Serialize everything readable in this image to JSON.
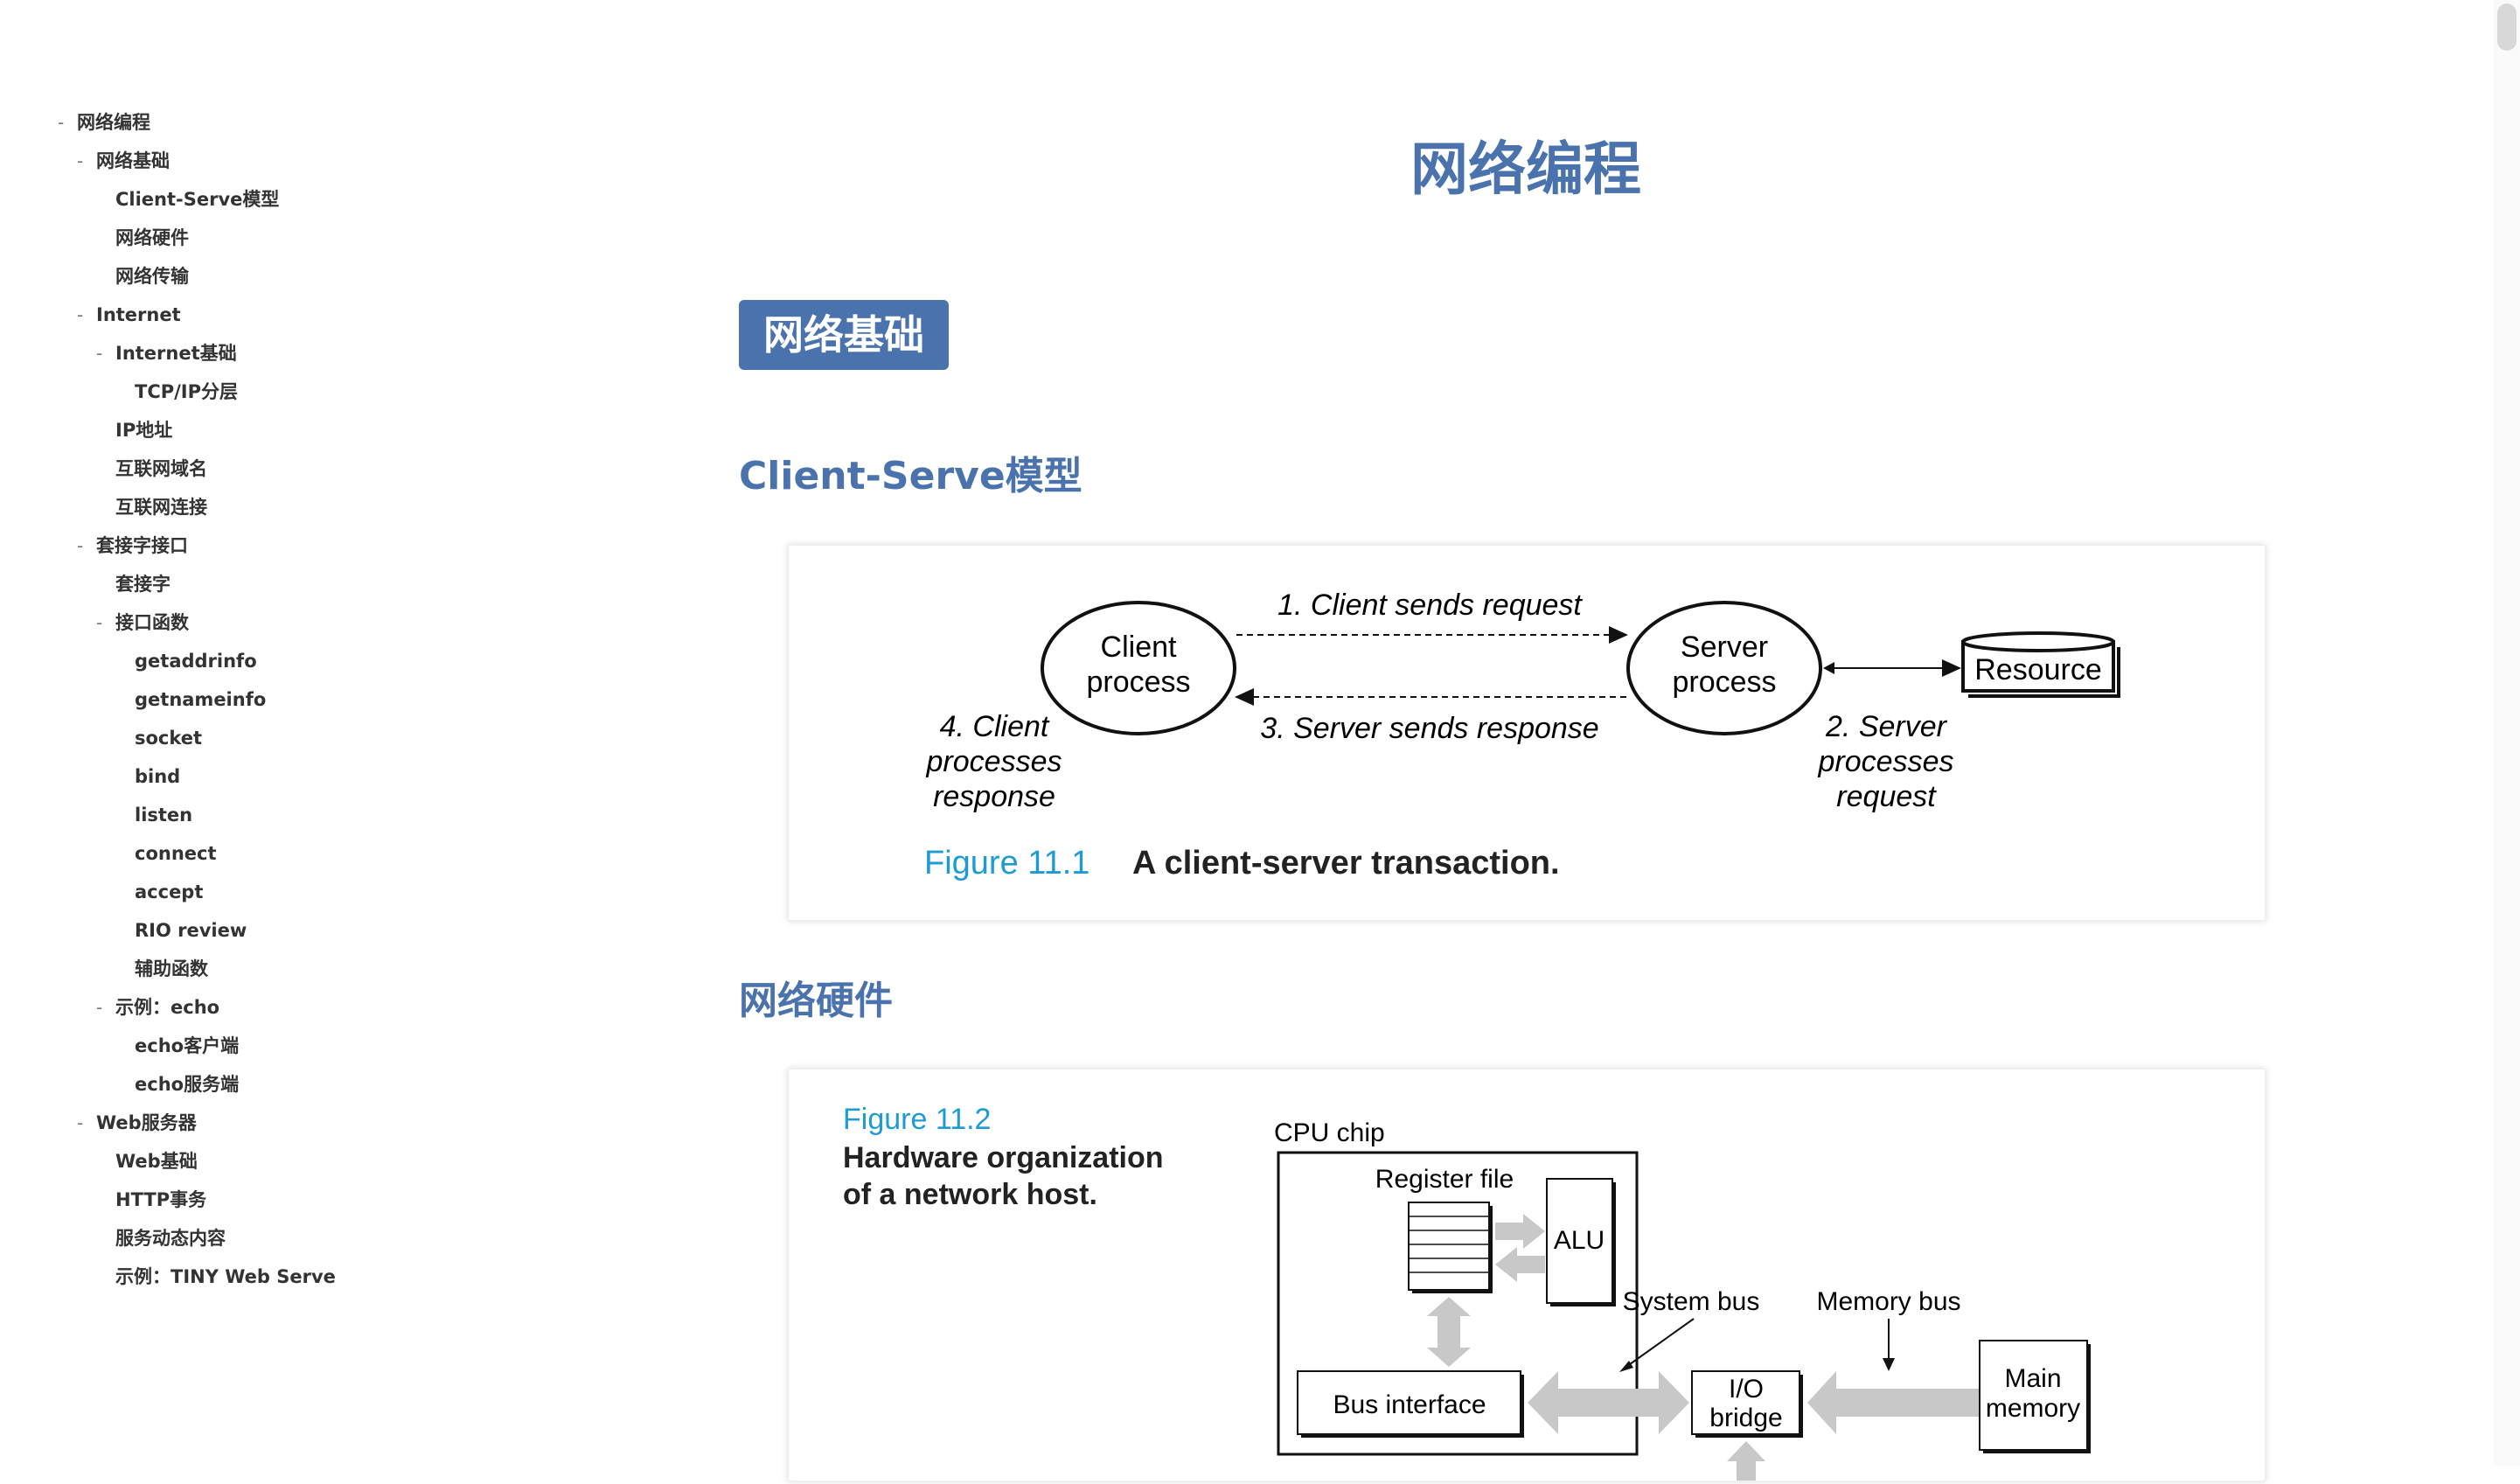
{
  "toc": {
    "items": [
      {
        "label": "网络编程",
        "level": 0,
        "toggle": "-"
      },
      {
        "label": "网络基础",
        "level": 1,
        "toggle": "-"
      },
      {
        "label": "Client-Serve模型",
        "level": 2,
        "toggle": ""
      },
      {
        "label": "网络硬件",
        "level": 2,
        "toggle": ""
      },
      {
        "label": "网络传输",
        "level": 2,
        "toggle": ""
      },
      {
        "label": "Internet",
        "level": 1,
        "toggle": "-"
      },
      {
        "label": "Internet基础",
        "level": 2,
        "toggle": "-"
      },
      {
        "label": "TCP/IP分层",
        "level": 3,
        "toggle": ""
      },
      {
        "label": "IP地址",
        "level": 2,
        "toggle": ""
      },
      {
        "label": "互联网域名",
        "level": 2,
        "toggle": ""
      },
      {
        "label": "互联网连接",
        "level": 2,
        "toggle": ""
      },
      {
        "label": "套接字接口",
        "level": 1,
        "toggle": "-"
      },
      {
        "label": "套接字",
        "level": 2,
        "toggle": ""
      },
      {
        "label": "接口函数",
        "level": 2,
        "toggle": "-"
      },
      {
        "label": "getaddrinfo",
        "level": 3,
        "toggle": ""
      },
      {
        "label": "getnameinfo",
        "level": 3,
        "toggle": ""
      },
      {
        "label": "socket",
        "level": 3,
        "toggle": ""
      },
      {
        "label": "bind",
        "level": 3,
        "toggle": ""
      },
      {
        "label": "listen",
        "level": 3,
        "toggle": ""
      },
      {
        "label": "connect",
        "level": 3,
        "toggle": ""
      },
      {
        "label": "accept",
        "level": 3,
        "toggle": ""
      },
      {
        "label": "RIO review",
        "level": 3,
        "toggle": ""
      },
      {
        "label": "辅助函数",
        "level": 3,
        "toggle": ""
      },
      {
        "label": "示例：echo",
        "level": 2,
        "toggle": "-"
      },
      {
        "label": "echo客户端",
        "level": 3,
        "toggle": ""
      },
      {
        "label": "echo服务端",
        "level": 3,
        "toggle": ""
      },
      {
        "label": "Web服务器",
        "level": 1,
        "toggle": "-"
      },
      {
        "label": "Web基础",
        "level": 2,
        "toggle": ""
      },
      {
        "label": "HTTP事务",
        "level": 2,
        "toggle": ""
      },
      {
        "label": "服务动态内容",
        "level": 2,
        "toggle": ""
      },
      {
        "label": "示例：TINY Web Serve",
        "level": 2,
        "toggle": ""
      }
    ]
  },
  "main": {
    "title": "网络编程",
    "section_badge": "网络基础",
    "h2_client_serve": "Client-Serve模型",
    "h2_hardware": "网络硬件"
  },
  "figure1": {
    "client_line1": "Client",
    "client_line2": "process",
    "server_line1": "Server",
    "server_line2": "process",
    "resource": "Resource",
    "step1": "1. Client sends request",
    "step3": "3. Server sends response",
    "step4_l1": "4. Client",
    "step4_l2": "processes",
    "step4_l3": "response",
    "step2_l1": "2. Server",
    "step2_l2": "processes",
    "step2_l3": "request",
    "caption_num": "Figure 11.1",
    "caption_text": "A client-server transaction."
  },
  "figure2": {
    "caption_num": "Figure 11.2",
    "caption_l1": "Hardware organization",
    "caption_l2": "of a network host.",
    "cpu_chip": "CPU chip",
    "register_file": "Register file",
    "alu": "ALU",
    "system_bus": "System bus",
    "memory_bus": "Memory bus",
    "bus_interface": "Bus interface",
    "io_l1": "I/O",
    "io_l2": "bridge",
    "main_l1": "Main",
    "main_l2": "memory"
  },
  "colors": {
    "heading": "#4a73ad",
    "figure_caption": "#1e9bd7",
    "bus_gray": "#c8c8c8"
  }
}
